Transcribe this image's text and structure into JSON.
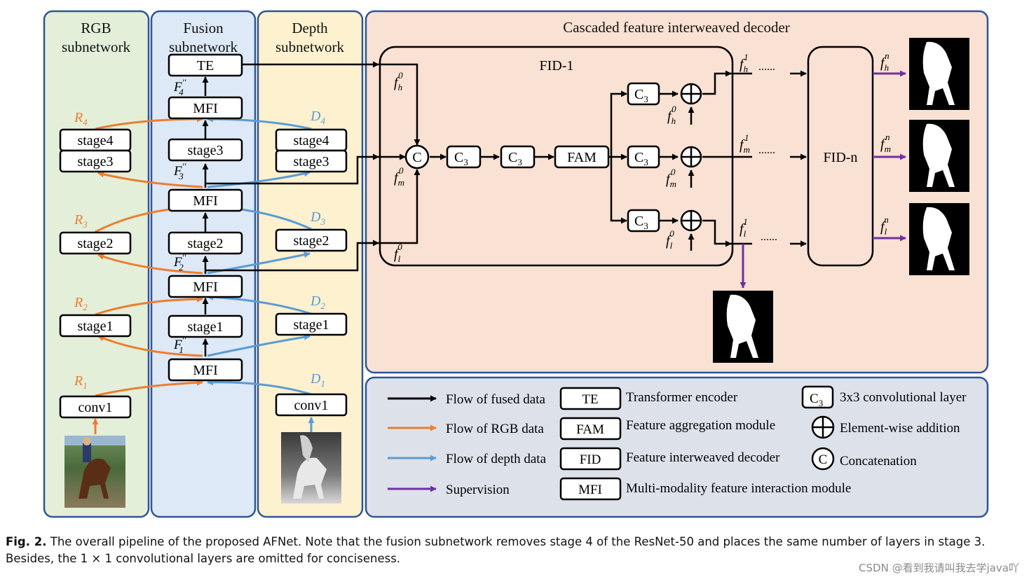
{
  "columns": {
    "rgb_title_1": "RGB",
    "rgb_title_2": "subnetwork",
    "fusion_title_1": "Fusion",
    "fusion_title_2": "subnetwork",
    "depth_title_1": "Depth",
    "depth_title_2": "subnetwork",
    "decoder_title": "Cascaded feature interweaved decoder"
  },
  "rgb": {
    "stage4": "stage4",
    "stage3": "stage3",
    "stage2": "stage2",
    "stage1": "stage1",
    "conv1": "conv1",
    "r4": "R",
    "r4s": "4",
    "r3": "R",
    "r3s": "3",
    "r2": "R",
    "r2s": "2",
    "r1": "R",
    "r1s": "1"
  },
  "fusion": {
    "te": "TE",
    "mfi": "MFI",
    "stage3": "stage3",
    "stage2": "stage2",
    "stage1": "stage1",
    "f": "F",
    "prime": "′′",
    "s4": "4",
    "s3": "3",
    "s2": "2",
    "s1": "1"
  },
  "depth": {
    "stage4": "stage4",
    "stage3": "stage3",
    "stage2": "stage2",
    "stage1": "stage1",
    "conv1": "conv1",
    "d": "D",
    "s4": "4",
    "s3": "3",
    "s2": "2",
    "s1": "1"
  },
  "decoder": {
    "fid1": "FID-1",
    "fidn": "FID-n",
    "c_label": "C",
    "c3": "C",
    "c3s": "3",
    "fam": "FAM",
    "f": "f",
    "h": "h",
    "m": "m",
    "l": "l",
    "zero": "0",
    "one": "1",
    "n": "n",
    "dots": "......"
  },
  "legend": {
    "fused": "Flow of fused data",
    "rgb": "Flow of RGB data",
    "depth": "Flow of depth data",
    "sup": "Supervision",
    "te_box": "TE",
    "te_desc": "Transformer encoder",
    "fam_box": "FAM",
    "fam_desc": "Feature aggregation module",
    "fid_box": "FID",
    "fid_desc": "Feature interweaved decoder",
    "mfi_box": "MFI",
    "mfi_desc": "Multi-modality feature interaction module",
    "c3_box": "C",
    "c3_box_s": "3",
    "c3_desc": "3x3 convolutional layer",
    "add_desc": "Element-wise addition",
    "cat_box": "C",
    "cat_desc": "Concatenation"
  },
  "caption": {
    "label": "Fig. 2.",
    "text": " The overall pipeline of the proposed AFNet. Note that the fusion subnetwork removes stage 4 of the ResNet-50 and places the same number of layers in stage 3. Besides, the 1 × 1 convolutional layers are omitted for conciseness."
  },
  "watermark": "CSDN @看到我请叫我去学java吖",
  "colors": {
    "rgb_bg": "#e3efd9",
    "fusion_bg": "#dde9f6",
    "depth_bg": "#fdf1cf",
    "decoder_bg": "#f9e1d3",
    "legend_bg": "#dde2ea",
    "panel_border": "#2f5597",
    "orange": "#ed7d31",
    "blue": "#5b9bd5",
    "purple": "#7030a0"
  }
}
